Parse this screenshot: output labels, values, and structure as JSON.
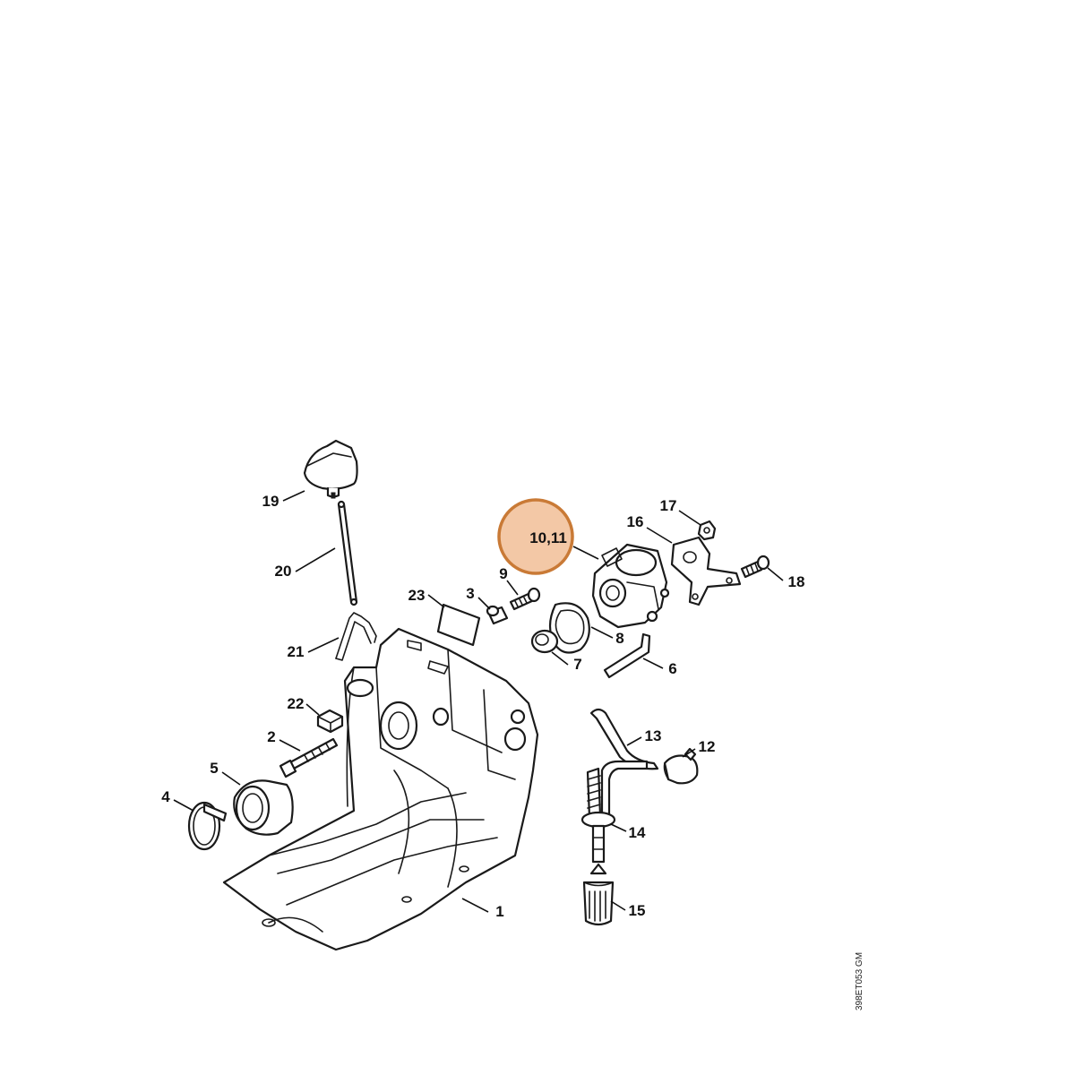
{
  "diagram": {
    "reference_code": "398ET053 GM",
    "highlight_color": "#f3c8a6",
    "highlight_border_color": "#c97a36",
    "highlighted_callout": "10,11",
    "callouts": {
      "c1": "1",
      "c2": "2",
      "c3": "3",
      "c4": "4",
      "c5": "5",
      "c6": "6",
      "c7": "7",
      "c8": "8",
      "c9": "9",
      "c10_11": "10,11",
      "c12": "12",
      "c13": "13",
      "c14": "14",
      "c15": "15",
      "c16": "16",
      "c17": "17",
      "c18": "18",
      "c19": "19",
      "c20": "20",
      "c21": "21",
      "c22": "22",
      "c23": "23"
    }
  }
}
